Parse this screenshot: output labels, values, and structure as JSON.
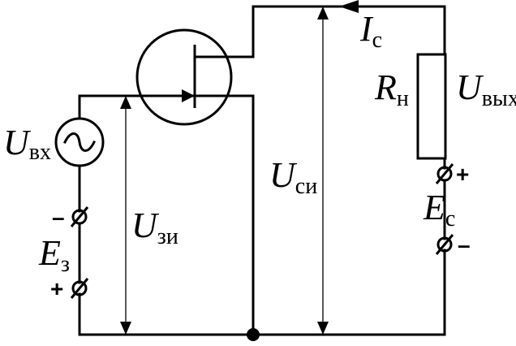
{
  "labels": {
    "u_in": {
      "main": "U",
      "sub": "вх"
    },
    "i_d": {
      "main": "I",
      "sub": "с"
    },
    "r_load": {
      "main": "R",
      "sub": "н"
    },
    "u_out": {
      "main": "U",
      "sub": "вых"
    },
    "u_ds": {
      "main": "U",
      "sub": "си"
    },
    "u_gs": {
      "main": "U",
      "sub": "зи"
    },
    "e_g": {
      "main": "E",
      "sub": "з"
    },
    "e_d": {
      "main": "E",
      "sub": "с"
    }
  },
  "signs": {
    "eg_top": "–",
    "eg_bottom": "+",
    "ed_top": "+",
    "ed_bottom": "–"
  }
}
